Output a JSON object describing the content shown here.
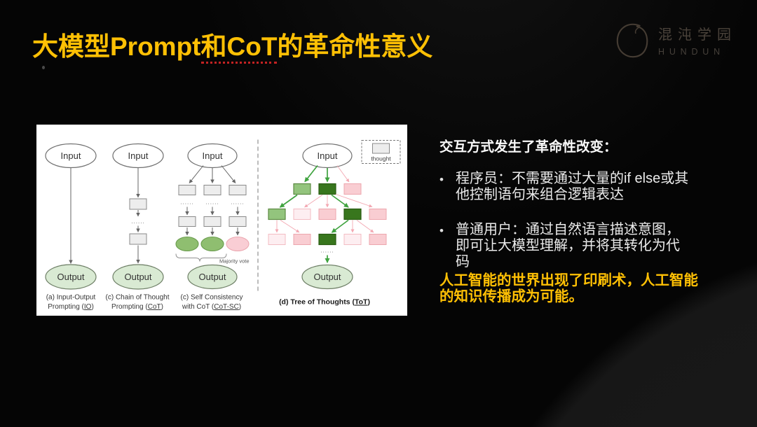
{
  "slide": {
    "accent_color": "#ffc004",
    "title": {
      "prefix": "大模型Prompt",
      "underlined": "和CoT",
      "suffix": "的革命性意义"
    },
    "logo": {
      "cn": "混沌学园",
      "en": "HUNDUN"
    },
    "right": {
      "heading": "交互方式发生了革命性改变：",
      "bullet_glyph": "•",
      "bullets": [
        "程序员：不需要通过大量的if else或其他控制语句来组合逻辑表达",
        "普通用户：通过自然语言描述意图，即可让大模型理解，并将其转化为代码"
      ],
      "highlight": "人工智能的世界出现了印刷术，人工智能的知识传播成为可能。"
    }
  },
  "diagram": {
    "labels": {
      "input": "Input",
      "output": "Output",
      "ellipsis": "......",
      "majority_vote": "Majority vote",
      "thought_legend": "thought"
    },
    "methods": {
      "io": {
        "line1": "(a) Input-Output",
        "line2_prefix": "Prompting (",
        "abbr": "IO",
        "line2_suffix": ")"
      },
      "cot": {
        "line1": "(c) Chain of Thought",
        "line2_prefix": "Prompting (",
        "abbr": "CoT",
        "line2_suffix": ")"
      },
      "cotsc": {
        "line1": "(c) Self Consistency",
        "line2_prefix": "with CoT (",
        "abbr": "CoT-SC",
        "line2_suffix": ")"
      },
      "tot": {
        "prefix": "(d) Tree of Thoughts (",
        "abbr": "ToT",
        "suffix": ")"
      }
    },
    "colors": {
      "thought_box_fill": "#ededed",
      "green_state": "#93c47d",
      "dark_green_state": "#38761d",
      "pink_state": "#f9cdd2",
      "faint_pink_state": "#fdeef1",
      "output_ellipse_fill": "#d9ead3",
      "green_arrow": "#3fa33f",
      "pink_arrow": "#f3a8b2",
      "gray_stroke": "#666666"
    }
  }
}
